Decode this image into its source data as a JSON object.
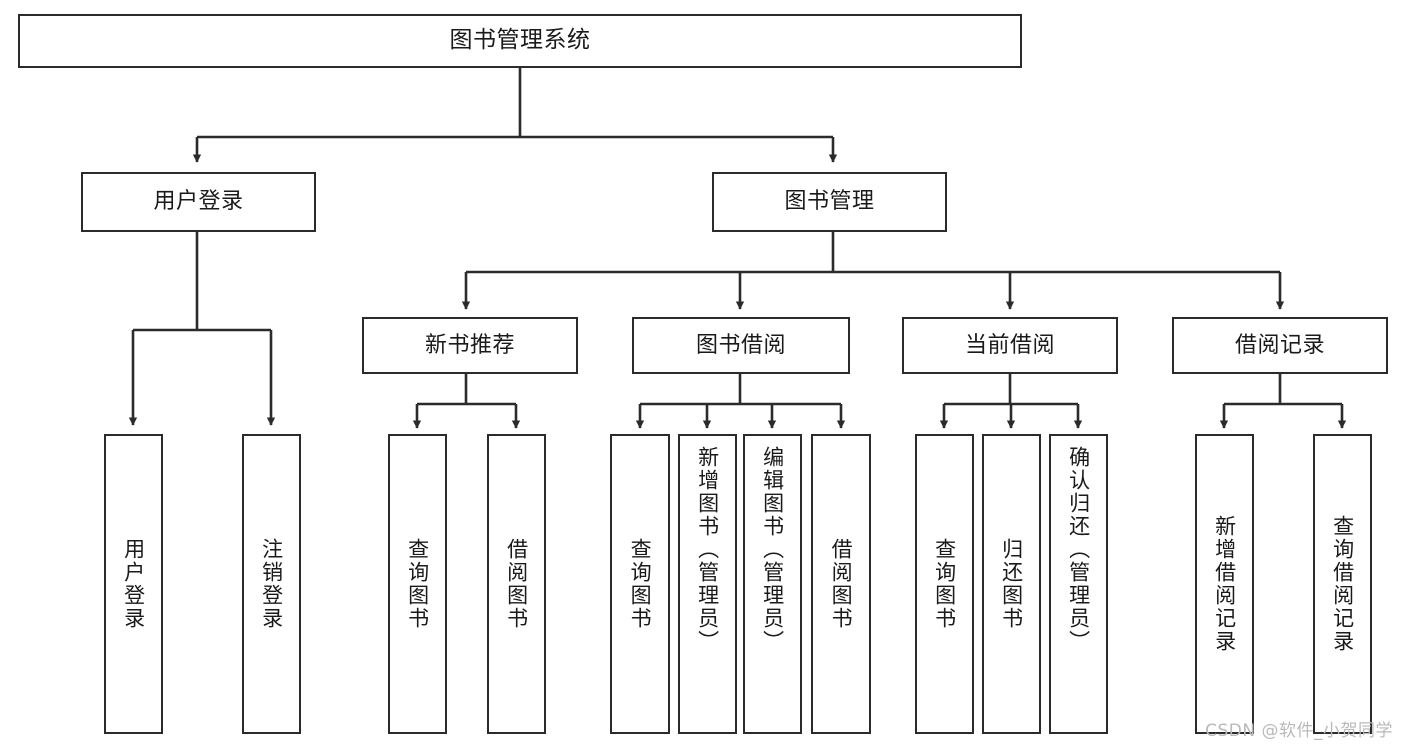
{
  "diagram": {
    "kind": "tree-structure-chart",
    "title": "图书管理系统",
    "watermark": "CSDN @软件_小贺同学",
    "colors": {
      "stroke": "#2b2b2b",
      "fill": "#ffffff",
      "text": "#1a1a1a",
      "watermark": "#b9b9b9"
    },
    "nodes": {
      "root": {
        "label": "图书管理系统"
      },
      "level2": [
        {
          "id": "user-login",
          "label": "用户登录"
        },
        {
          "id": "book-manage",
          "label": "图书管理"
        }
      ],
      "level3": [
        {
          "id": "new-book-rec",
          "label": "新书推荐"
        },
        {
          "id": "book-borrow",
          "label": "图书借阅"
        },
        {
          "id": "current-borrow",
          "label": "当前借阅"
        },
        {
          "id": "borrow-record",
          "label": "借阅记录"
        }
      ],
      "leaves": {
        "user_login": [
          {
            "id": "leaf-user-login",
            "label": "用户登录"
          },
          {
            "id": "leaf-logout-login",
            "label": "注销登录"
          }
        ],
        "new_book_rec": [
          {
            "id": "leaf-query-book-1",
            "label": "查询图书"
          },
          {
            "id": "leaf-borrow-book-1",
            "label": "借阅图书"
          }
        ],
        "book_borrow": [
          {
            "id": "leaf-query-book-2",
            "label": "查询图书"
          },
          {
            "id": "leaf-add-book",
            "label": "新增图书（管理员）"
          },
          {
            "id": "leaf-edit-book",
            "label": "编辑图书（管理员）"
          },
          {
            "id": "leaf-borrow-book-2",
            "label": "借阅图书"
          }
        ],
        "current_borrow": [
          {
            "id": "leaf-query-book-3",
            "label": "查询图书"
          },
          {
            "id": "leaf-return-book",
            "label": "归还图书"
          },
          {
            "id": "leaf-confirm-return",
            "label": "确认归还（管理员）"
          }
        ],
        "borrow_record": [
          {
            "id": "leaf-add-record",
            "label": "新增借阅记录"
          },
          {
            "id": "leaf-query-record",
            "label": "查询借阅记录"
          }
        ]
      }
    }
  }
}
